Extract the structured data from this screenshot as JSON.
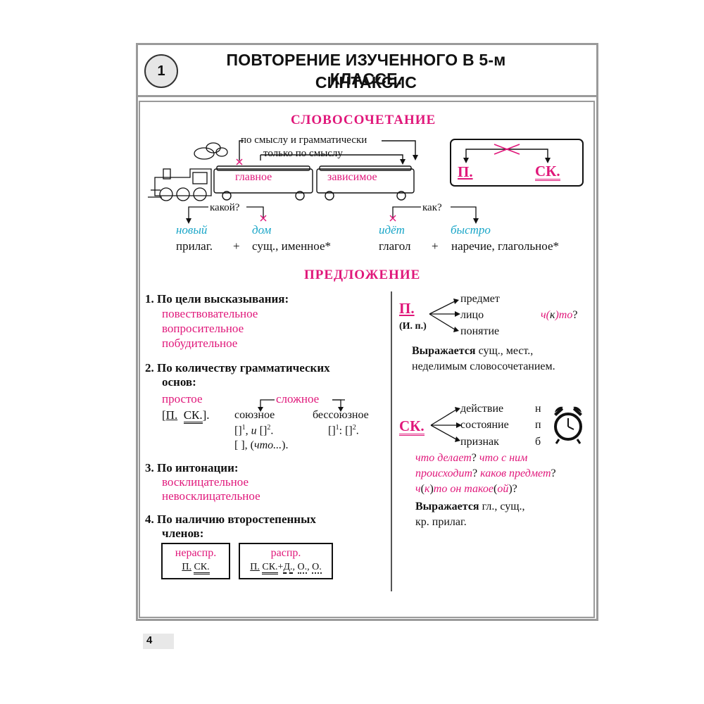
{
  "header": {
    "number": "1",
    "title_line1": "ПОВТОРЕНИЕ ИЗУЧЕННОГО В 5-м КЛАССЕ.",
    "title_line2": "СИНТАКСИС"
  },
  "phrase": {
    "heading": "СЛОВОСОЧЕТАНИЕ",
    "link_top": "по смыслу и грамматически",
    "link_bottom": "только по смыслу",
    "wagon_main": "главное",
    "wagon_dependent": "зависимое",
    "box_subject": "П.",
    "box_predicate": "СК.",
    "q1": "какой?",
    "q2": "как?",
    "ex1": "новый",
    "ex2": "дом",
    "ex3": "идёт",
    "ex4": "быстро",
    "pos1": "прилаг.",
    "plus": "+",
    "pos2": "сущ., именное*",
    "pos3": "глагол",
    "pos4": "наречие, глагольное*"
  },
  "sentence": {
    "heading": "ПРЕДЛОЖЕНИЕ",
    "purpose": {
      "title": "1. По цели высказывания:",
      "items": [
        "повествовательное",
        "вопросительное",
        "побудительное"
      ]
    },
    "bases": {
      "title_line1": "2. По количеству грамматических",
      "title_line2": "основ:",
      "simple": "простое",
      "complex": "сложное",
      "scheme_open": "[",
      "scheme_p": "П.",
      "scheme_sk": "СК.",
      "scheme_close": "].",
      "allied": "союзное",
      "nonallied": "бессоюзное",
      "allied_f1_a": "[]",
      "allied_f1_sup1": "1",
      "allied_f1_b": ", ",
      "allied_f1_conj": "и",
      "allied_f1_c": " []",
      "allied_f1_sup2": "2",
      "allied_f1_d": ".",
      "allied_f2_a": "[  ], (",
      "allied_f2_conj": "что...",
      "allied_f2_b": ").",
      "nonallied_a": "[]",
      "nonallied_sup1": "1",
      "nonallied_b": ": []",
      "nonallied_sup2": "2",
      "nonallied_c": "."
    },
    "intonation": {
      "title": "3. По интонации:",
      "items": [
        "восклицательное",
        "невосклицательное"
      ]
    },
    "minor": {
      "title_line1": "4. По наличию второстепенных",
      "title_line2": "членов:",
      "box1_label": "нераспр.",
      "box1_p": "П.",
      "box1_sk": "СК.",
      "box2_label": "распр.",
      "box2_p": "П.",
      "box2_sk": "СК.",
      "box2_plus": "+",
      "box2_d": "Д.",
      "box2_comma1": ", ",
      "box2_o1": "О.",
      "box2_comma2": ", ",
      "box2_o2": "О."
    },
    "subject": {
      "label": "П.",
      "case": "(И. п.)",
      "branches": [
        "предмет",
        "лицо",
        "понятие"
      ],
      "question_a": "ч(",
      "question_b": "к",
      "question_c": ")то",
      "question_d": "?",
      "expr_bold": "Выражается",
      "expr_rest": " сущ., мест.,",
      "expr_line2": "неделимым словосочетанием."
    },
    "predicate": {
      "label": "СК.",
      "branches": [
        "действие",
        "состояние",
        "признак"
      ],
      "letters": [
        "н",
        "п",
        "б"
      ],
      "q_line1_a": "что делает",
      "q_line1_b": "? ",
      "q_line1_c": "что с ним",
      "q_line2_a": "происходит",
      "q_line2_b": "? ",
      "q_line2_c": "каков предмет",
      "q_line2_d": "?",
      "q_line3_a": "ч",
      "q_line3_b": "(",
      "q_line3_c": "к",
      "q_line3_d": ")",
      "q_line3_e": "то он такое",
      "q_line3_f": "(",
      "q_line3_g": "ой",
      "q_line3_h": ")?",
      "expr_bold": "Выражается",
      "expr_rest": " гл., сущ.,",
      "expr_line2": "кр. прилаг."
    }
  },
  "footer": {
    "page_number": "4"
  },
  "colors": {
    "accent": "#e0177a",
    "example": "#1aa6c8",
    "frame": "#9a9a9a"
  }
}
